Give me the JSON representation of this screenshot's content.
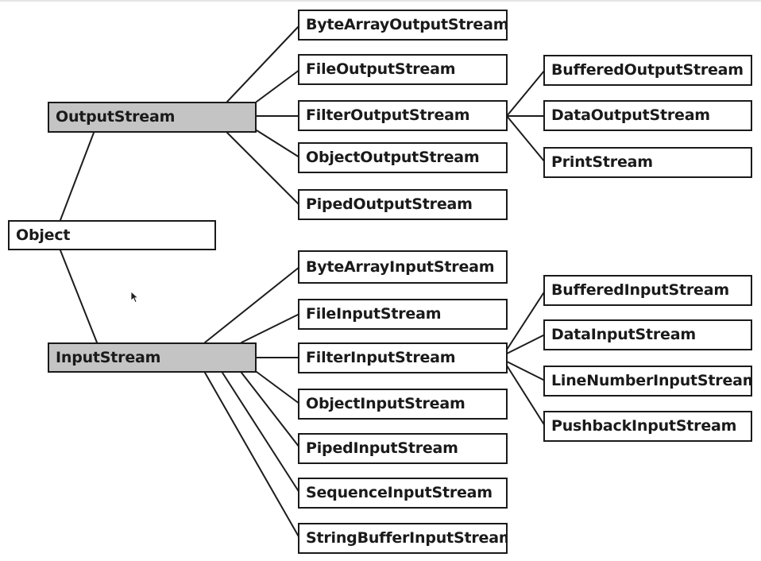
{
  "root": {
    "label": "Object"
  },
  "output": {
    "base": "OutputStream",
    "children": [
      "ByteArrayOutputStream",
      "FileOutputStream",
      "FilterOutputStream",
      "ObjectOutputStream",
      "PipedOutputStream"
    ],
    "filter_children": [
      "BufferedOutputStream",
      "DataOutputStream",
      "PrintStream"
    ]
  },
  "input": {
    "base": "InputStream",
    "children": [
      "ByteArrayInputStream",
      "FileInputStream",
      "FilterInputStream",
      "ObjectInputStream",
      "PipedInputStream",
      "SequenceInputStream",
      "StringBufferInputStream"
    ],
    "filter_children": [
      "BufferedInputStream",
      "DataInputStream",
      "LineNumberInputStream",
      "PushbackInputStream"
    ]
  }
}
